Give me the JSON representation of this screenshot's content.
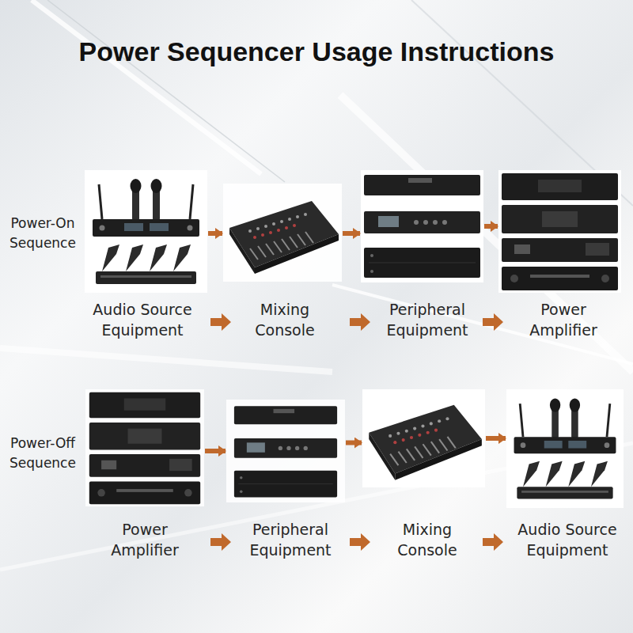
{
  "diagram": {
    "title": "Power Sequencer Usage Instructions",
    "nodes": [
      {
        "text": [
          "Audio Source Equipment"
        ]
      },
      {
        "text": [
          "Mixing Console"
        ]
      },
      {
        "text": [
          "Peripheral Equipment"
        ]
      },
      {
        "text": [
          "Power Amplifier"
        ]
      },
      {
        "text": [
          "Power Amplifier"
        ]
      },
      {
        "text": [
          "Peripheral Equipment"
        ]
      },
      {
        "text": [
          "Mixing Console"
        ]
      },
      {
        "text": [
          "Audio Source Equipment"
        ]
      }
    ],
    "edges": [
      {
        "from": 0,
        "to": 1,
        "arrow": "to"
      },
      {
        "from": 1,
        "to": 2,
        "arrow": "to"
      },
      {
        "from": 2,
        "to": 3,
        "arrow": "to"
      },
      {
        "from": 4,
        "to": 5,
        "arrow": "to"
      },
      {
        "from": 5,
        "to": 6,
        "arrow": "to"
      },
      {
        "from": 6,
        "to": 7,
        "arrow": "to"
      }
    ],
    "labels": [
      "Power-On Sequence",
      "Power-Off Sequence"
    ]
  }
}
